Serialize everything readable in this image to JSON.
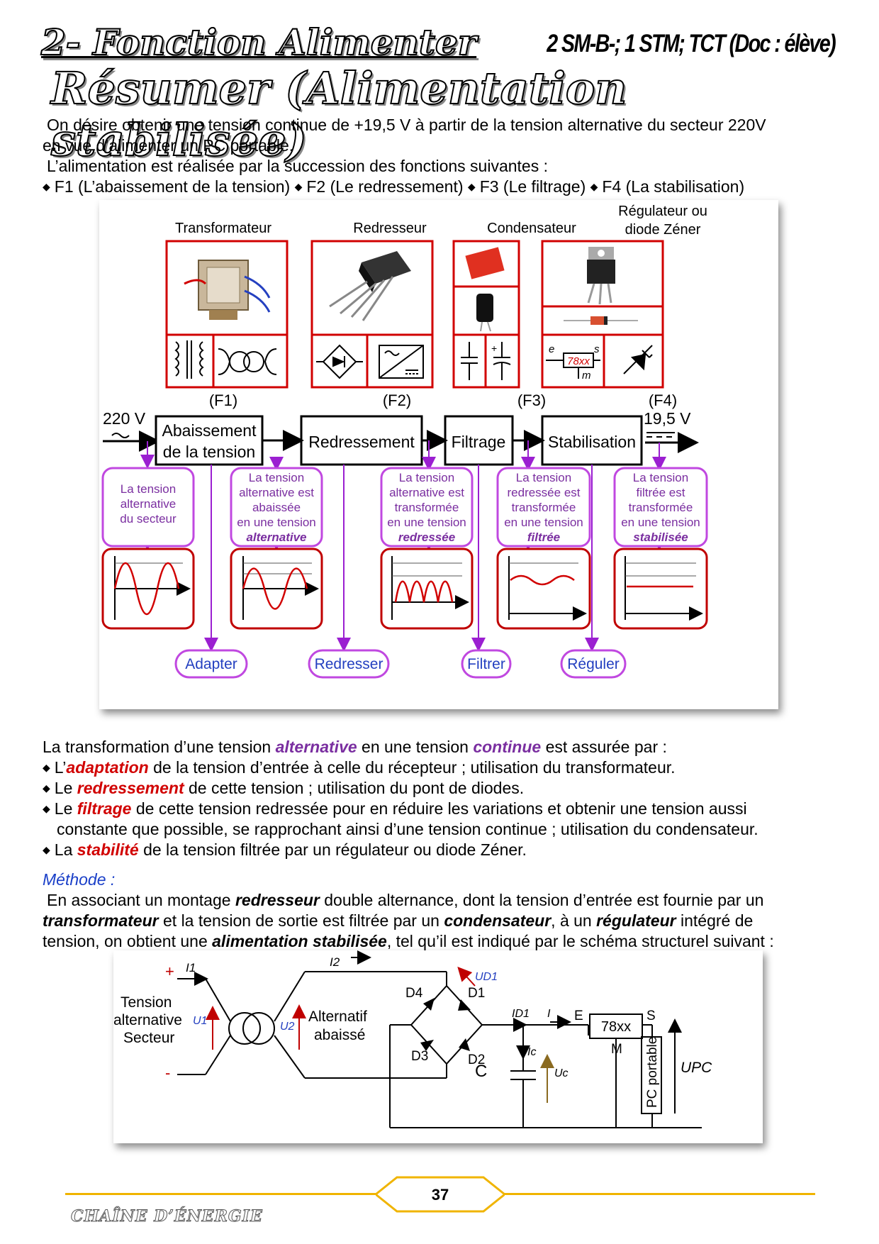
{
  "header": {
    "title_line1": "2- Fonction Alimenter",
    "title_line2": "Résumer (Alimentation stabilisée)",
    "class_label": "2 SM-B-; 1 STM; TCT (Doc : élève)"
  },
  "intro": {
    "line1": "On désire obtenir une tension continue de +19,5 V à partir de la tension alternative du secteur 220V",
    "line2": "en vue d’alimenter un PC portable.",
    "line3": "L’alimentation est réalisée par la succession des fonctions suivantes :",
    "functions": [
      "F1 (L’abaissement de la tension)",
      "F2 (Le redressement)",
      "F3 (Le filtrage)",
      "F4 (La stabilisation)"
    ]
  },
  "diagram": {
    "components": [
      "Transformateur",
      "Redresseur",
      "Condensateur",
      "Régulateur ou",
      "diode Zéner"
    ],
    "function_codes": [
      "(F1)",
      "(F2)",
      "(F3)",
      "(F4)"
    ],
    "blocks": [
      "Abaissement",
      "de la tension",
      "Redressement",
      "Filtrage",
      "Stabilisation"
    ],
    "input_label": "220 V",
    "output_label": "19,5 V",
    "regulator_ref": "78xx",
    "reg_pins": [
      "e",
      "s",
      "m"
    ],
    "descriptions": [
      {
        "lines": [
          "La tension",
          "alternative",
          "du secteur"
        ],
        "emph": ""
      },
      {
        "lines": [
          "La tension",
          "alternative est",
          "abaissée",
          "en une tension"
        ],
        "emph": "alternative"
      },
      {
        "lines": [
          "La tension",
          "alternative est",
          "transformée",
          "en une tension"
        ],
        "emph": "redressée"
      },
      {
        "lines": [
          "La tension",
          "redressée est",
          "transformée",
          "en une tension"
        ],
        "emph": "filtrée"
      },
      {
        "lines": [
          "La tension",
          "filtrée est",
          "transformée",
          "en une tension"
        ],
        "emph": "stabilisée"
      }
    ],
    "actions": [
      "Adapter",
      "Redresser",
      "Filtrer",
      "Réguler"
    ]
  },
  "summary": {
    "intro_a": "La transformation d’une tension ",
    "intro_alt": "alternative",
    "intro_b": " en une tension ",
    "intro_cont": "continue",
    "intro_c": " est assurée par :",
    "items": [
      {
        "pre": "L’",
        "key": "adaptation",
        "post": " de la tension d’entrée à celle du récepteur ; utilisation du transformateur."
      },
      {
        "pre": "Le ",
        "key": "redressement",
        "post": " de cette tension ; utilisation du pont de diodes."
      },
      {
        "pre": "Le ",
        "key": "filtrage",
        "post": " de cette tension redressée pour en réduire les variations et obtenir une tension aussi"
      },
      {
        "pre": "La ",
        "key": "stabilité",
        "post": " de la tension filtrée par un régulateur ou diode Zéner."
      }
    ],
    "item3_cont": "constante que possible, se rapprochant ainsi d’une tension continue ; utilisation du condensateur."
  },
  "method": {
    "heading": "Méthode :",
    "s1": "En associant un montage ",
    "k1": "redresseur",
    "s2": " double alternance, dont la tension d’entrée est fournie par un",
    "k2": "transformateur",
    "s3": " et la tension de sortie est filtrée par un ",
    "k3": "condensateur",
    "s4": ", à un ",
    "k4": "régulateur",
    "s5": " intégré de",
    "s6": "tension, on obtient une ",
    "k5": "alimentation stabilisée",
    "s7": ", tel qu’il est indiqué par le schéma structurel suivant :"
  },
  "circuit": {
    "plus": "+",
    "minus": "-",
    "i1": "I1",
    "i2": "I2",
    "u1": "U1",
    "u2": "U2",
    "ud1": "UD1",
    "id1": "ID1",
    "i": "I",
    "ic": "Ic",
    "uc": "Uc",
    "upc": "UPC",
    "source": [
      "Tension",
      "alternative",
      "Secteur"
    ],
    "secondary": [
      "Alternatif",
      "abaissé"
    ],
    "diodes": [
      "D4",
      "D1",
      "D3",
      "D2"
    ],
    "cap": "C",
    "reg": "78xx",
    "pins": [
      "E",
      "S",
      "M"
    ],
    "load": "PC portable"
  },
  "footer": {
    "page": "37",
    "chain": "CHAÎNE D’ÉNERGIE"
  }
}
